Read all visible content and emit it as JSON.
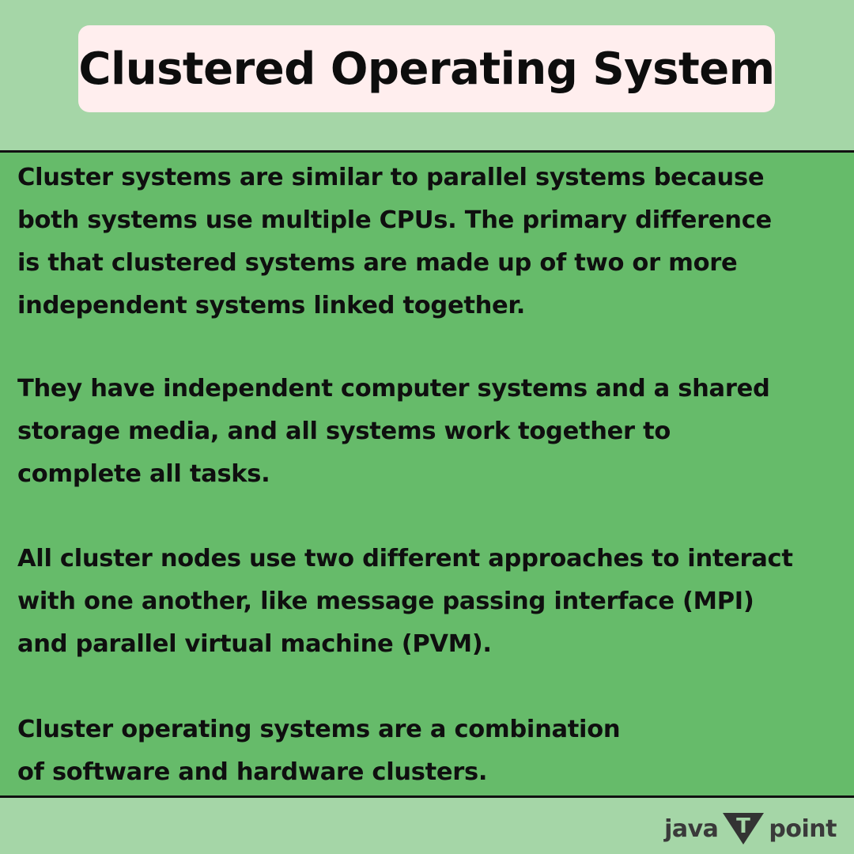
{
  "header": {
    "title": "Clustered Operating System"
  },
  "content": {
    "paragraphs": [
      {
        "lines": [
          "Cluster systems are similar to parallel systems because",
          "both systems use multiple CPUs. The primary difference",
          "is that clustered systems are made up of two or more",
          "independent systems linked together."
        ]
      },
      {
        "lines": [
          "They have independent computer systems and a shared",
          "storage media, and all systems work together to",
          "complete all tasks."
        ]
      },
      {
        "lines": [
          "All cluster nodes use two different approaches to interact",
          "with one another, like message passing interface (MPI)",
          "and parallel virtual machine (PVM)."
        ]
      },
      {
        "lines": [
          "Cluster operating systems are a combination",
          "of software and hardware clusters."
        ]
      }
    ]
  },
  "logo": {
    "left_word": "java",
    "right_word": "point",
    "mark_letter": "T",
    "mark_color": "#333333"
  },
  "colors": {
    "background": "#a5d6a7",
    "content_panel": "#66bb6a",
    "title_box": "#ffeeee",
    "text": "#0f0f0f"
  }
}
